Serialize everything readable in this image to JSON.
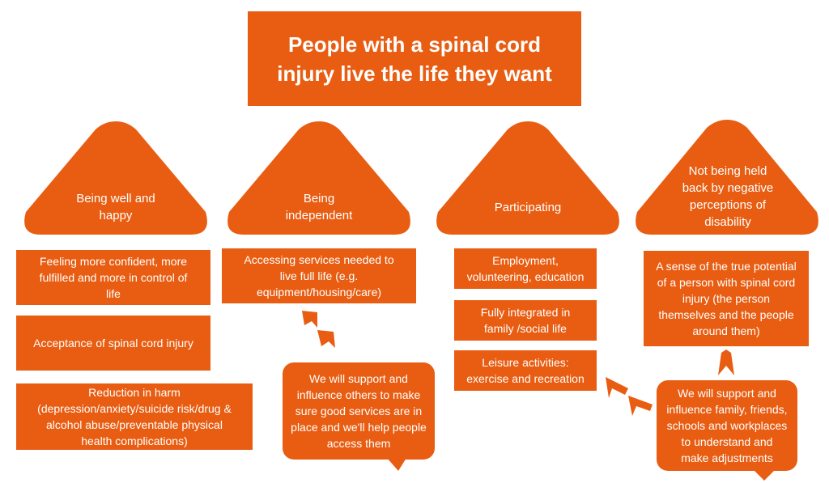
{
  "title": "People with a spinal cord\ninjury live the life they want",
  "pillars": [
    {
      "label": "Being well and\nhappy"
    },
    {
      "label": "Being\nindependent"
    },
    {
      "label": "Participating"
    },
    {
      "label": "Not being held\nback by negative\nperceptions of\ndisability"
    }
  ],
  "col1": [
    "Feeling more confident, more\nfulfilled and more in control of\nlife",
    "Acceptance of spinal cord injury",
    "Reduction in harm\n(depression/anxiety/suicide risk/drug &\nalcohol abuse/preventable physical\nhealth complications)"
  ],
  "col2": [
    "Accessing services needed to\nlive full life  (e.g.\nequipment/housing/care)"
  ],
  "col3": [
    "Employment,\nvolunteering, education",
    "Fully integrated in\nfamily /social life",
    "Leisure activities:\nexercise and recreation"
  ],
  "col4": [
    "A sense of the true potential\nof a person with spinal cord\ninjury (the person\nthemselves and the people\naround them)"
  ],
  "bubbles": [
    "We will support and\ninfluence others to make\nsure good services are in\nplace and we'll help people\naccess them",
    "We will support and\ninfluence family, friends,\nschools and workplaces\nto understand and\nmake adjustments"
  ],
  "colors": {
    "accent": "#e85d12"
  }
}
